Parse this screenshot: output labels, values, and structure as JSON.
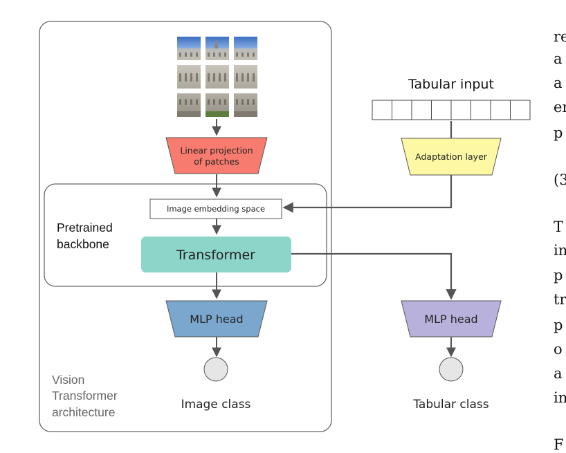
{
  "diagram": {
    "tabular_input_label": "Tabular input",
    "adaptation_layer_label": "Adaptation layer",
    "linear_projection_line1": "Linear projection",
    "linear_projection_line2": "of patches",
    "embedding_space_label": "Image embedding space",
    "backbone_label_line1": "Pretrained",
    "backbone_label_line2": "backbone",
    "transformer_label": "Transformer",
    "mlp_head_left_label": "MLP head",
    "mlp_head_right_label": "MLP head",
    "image_class_label": "Image class",
    "tabular_class_label": "Tabular class",
    "vit_label_line1": "Vision",
    "vit_label_line2": "Transformer",
    "vit_label_line3": "architecture",
    "tabular_cell_count": 8,
    "patch_grid": [
      3,
      3
    ],
    "colors": {
      "linear_projection": "#f77b6e",
      "adaptation_layer": "#fdf8a4",
      "transformer": "#8dd5c9",
      "mlp_head_left": "#7ba7cf",
      "mlp_head_right": "#b8b1dc",
      "class_node": "#e6e6e6",
      "arrow": "#555555"
    }
  },
  "side_text_fragments": [
    "re",
    "a",
    "a",
    "er",
    "p",
    "(3",
    "T",
    "in",
    "p",
    "tr",
    "p",
    "o",
    "a",
    "in",
    "F"
  ]
}
